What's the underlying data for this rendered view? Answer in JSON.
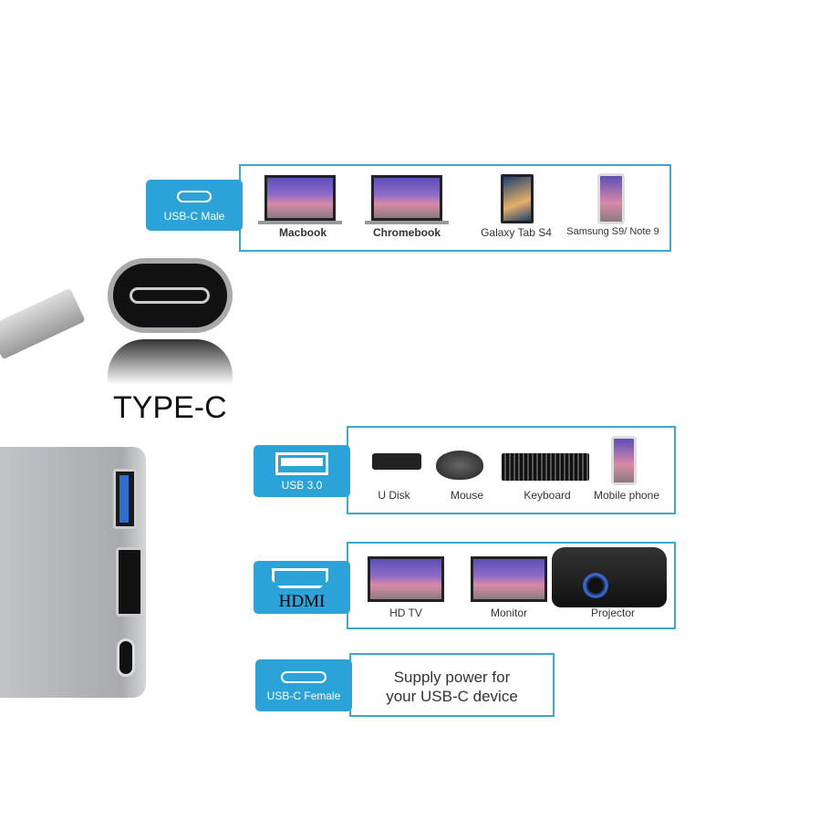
{
  "connector_label": "TYPE-C",
  "sections": [
    {
      "tag": "USB-C Male",
      "icon": "usb-c-port-icon",
      "devices": [
        "Macbook",
        "Chromebook",
        "Galaxy Tab S4",
        "Samsung S9/ Note 9"
      ]
    },
    {
      "tag": "USB 3.0",
      "icon": "usb-a-port-icon",
      "devices": [
        "U Disk",
        "Mouse",
        "Keyboard",
        "Mobile phone"
      ]
    },
    {
      "tag": "HDMI",
      "icon": "hdmi-port-icon",
      "devices": [
        "HD TV",
        "Monitor",
        "Projector"
      ]
    },
    {
      "tag": "USB-C Female",
      "icon": "usb-c-port-icon",
      "description": [
        "Supply power for",
        "your USB-C device"
      ]
    }
  ],
  "colors": {
    "accent": "#2ba3d8",
    "border": "#3fa7cc",
    "hub": "#b8b9bd"
  }
}
